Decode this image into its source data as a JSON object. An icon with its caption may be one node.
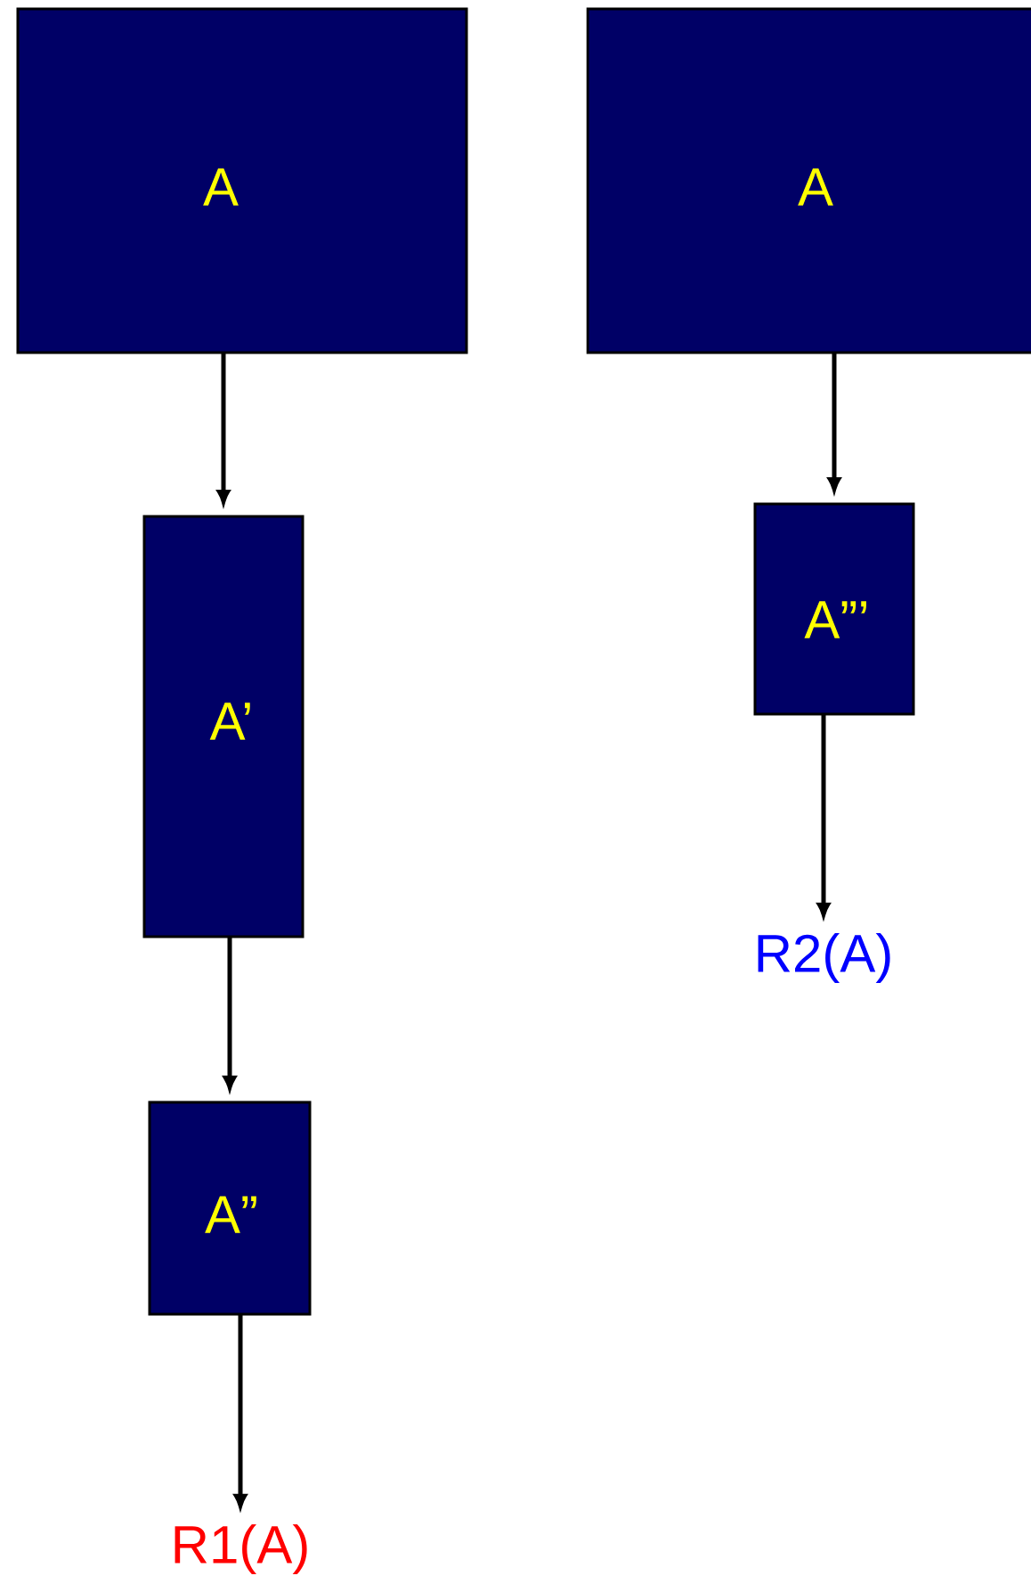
{
  "diagram": {
    "nodes": [
      {
        "text": [
          "A"
        ]
      },
      {
        "text": [
          "A’"
        ]
      },
      {
        "text": [
          "A”"
        ]
      },
      {
        "text": [
          "R1(A)"
        ]
      },
      {
        "text": [
          "A"
        ]
      },
      {
        "text": [
          "A”’"
        ]
      },
      {
        "text": [
          "R2(A)"
        ]
      }
    ],
    "edges": [
      {
        "from": 0,
        "to": 1,
        "arrow": "to"
      },
      {
        "from": 1,
        "to": 2,
        "arrow": "to"
      },
      {
        "from": 2,
        "to": 3,
        "arrow": "to"
      },
      {
        "from": 4,
        "to": 5,
        "arrow": "to"
      },
      {
        "from": 5,
        "to": 6,
        "arrow": "to"
      }
    ]
  }
}
